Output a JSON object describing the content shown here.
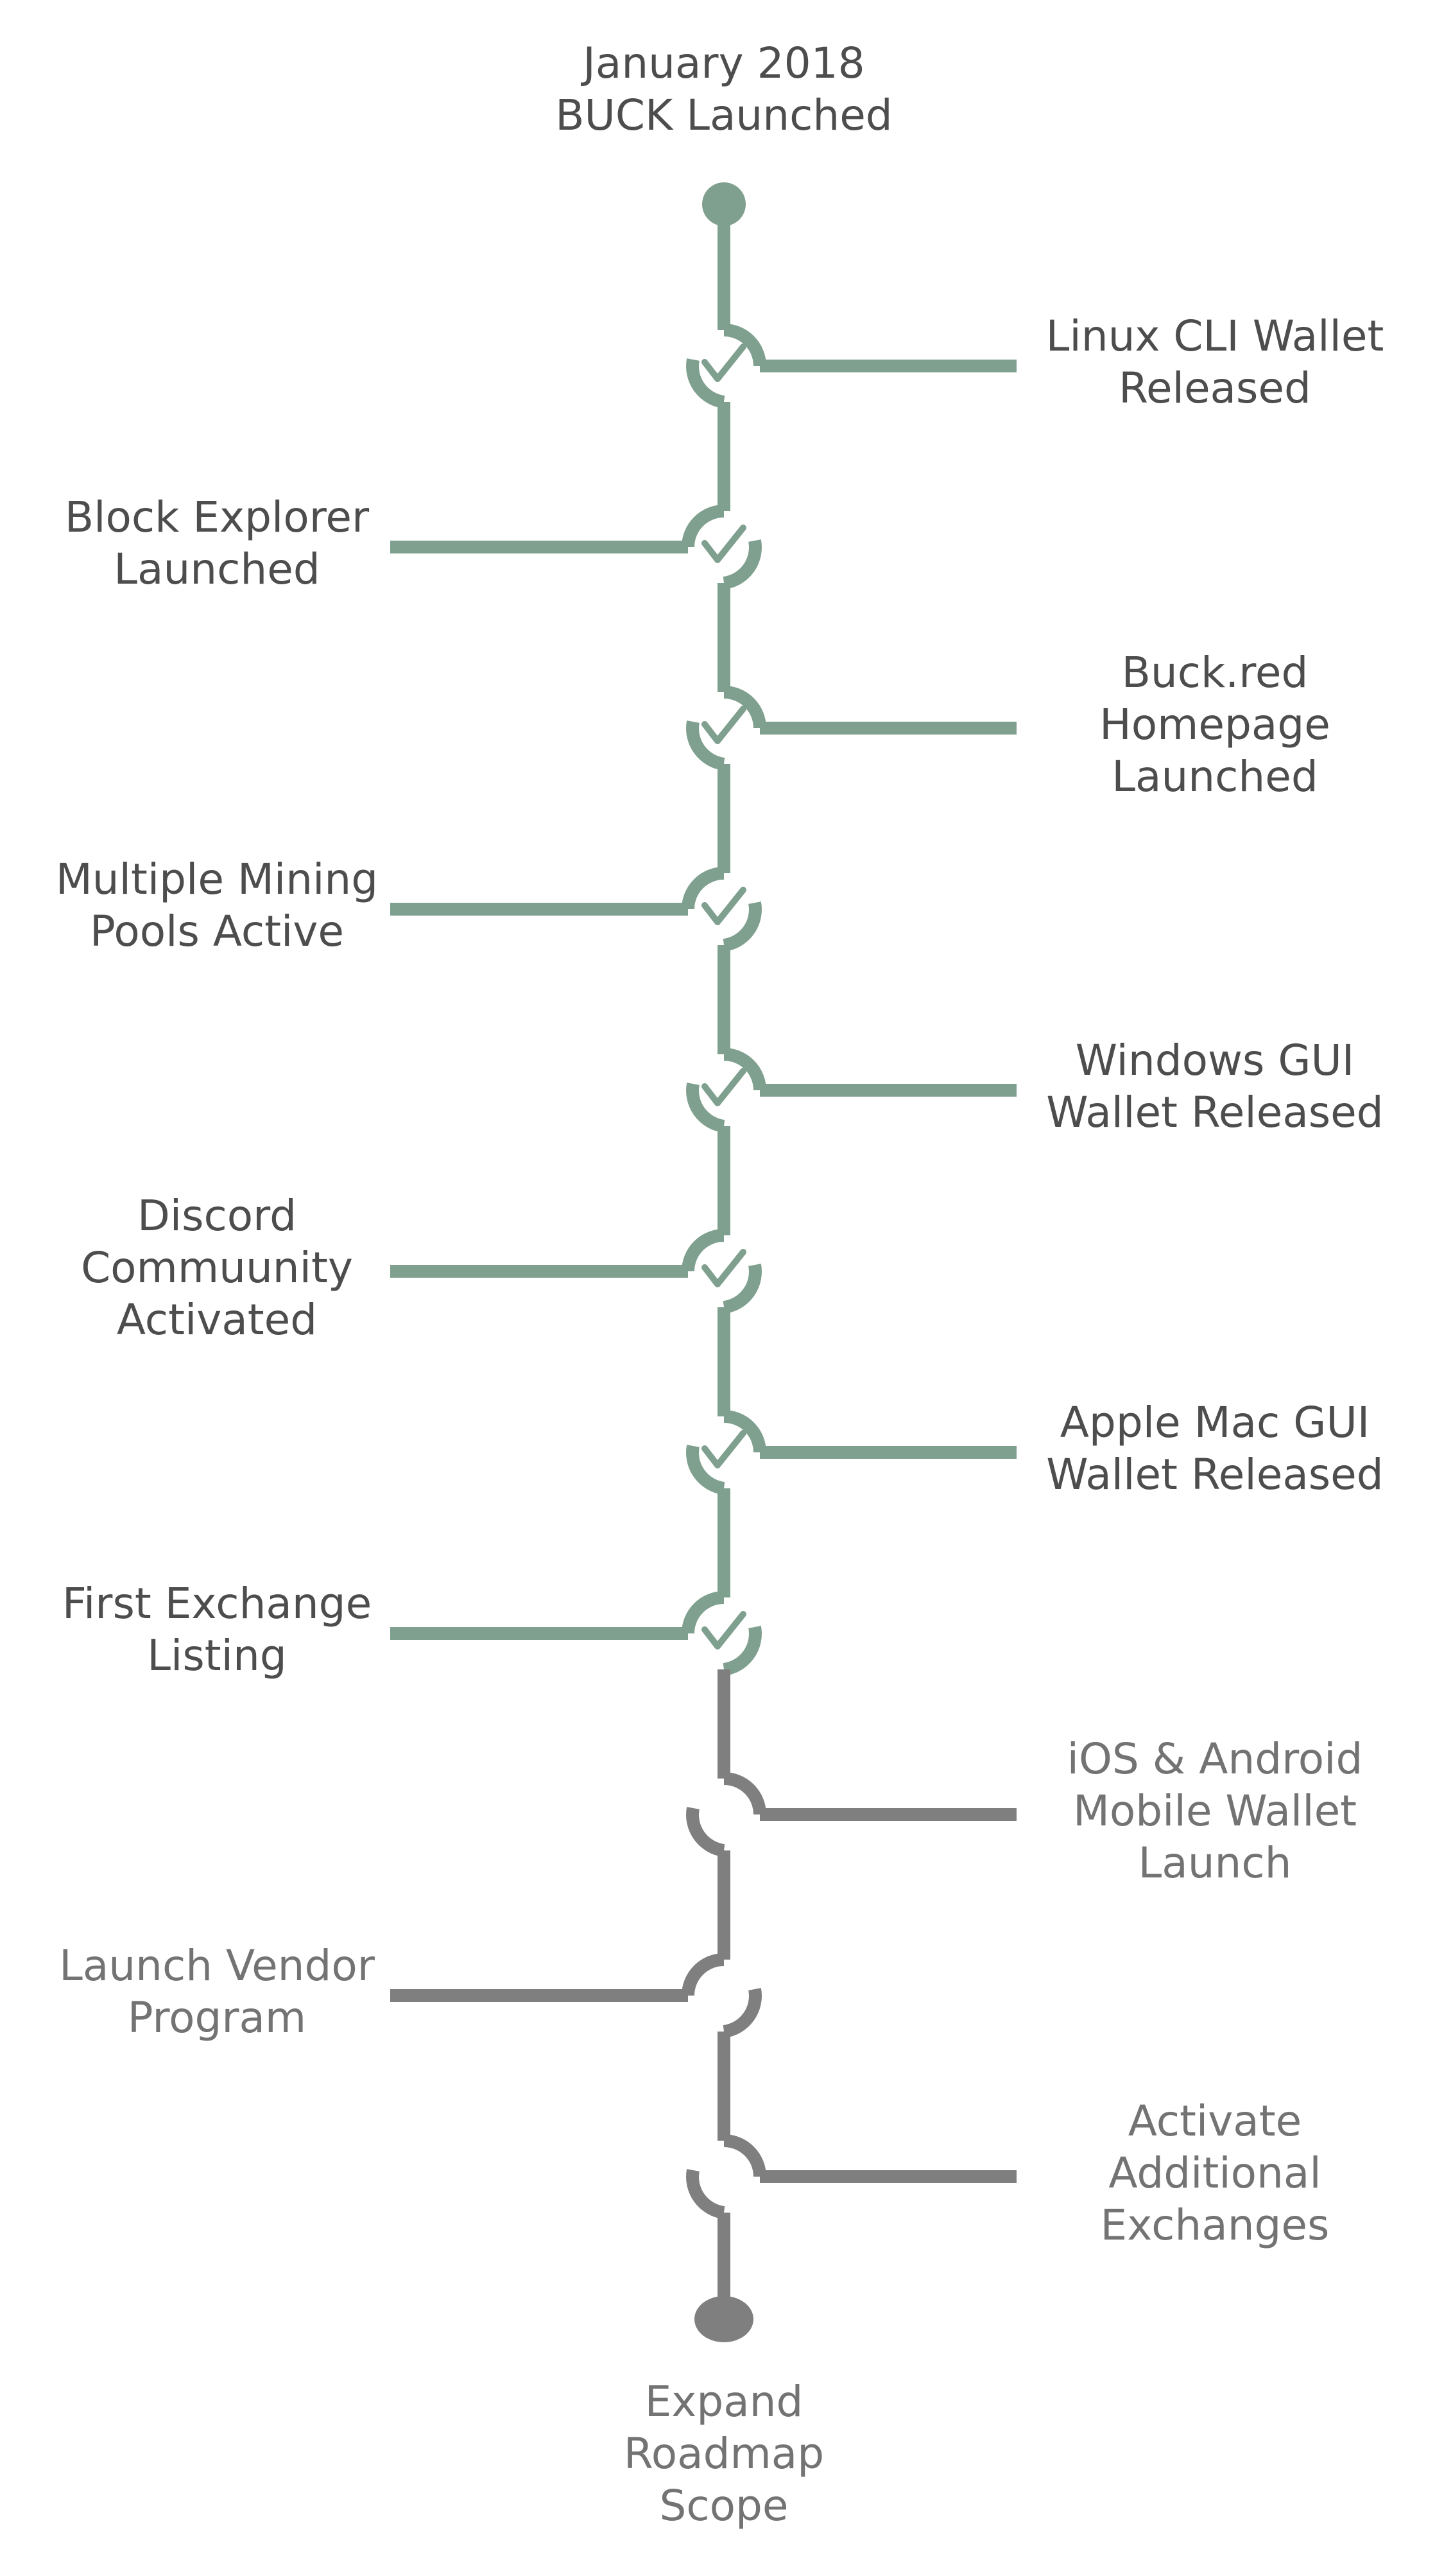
{
  "colors": {
    "done": "#7fa08f",
    "pending": "#7f7f7f",
    "done_text": "#4d4d4d",
    "pending_text": "#737373",
    "background": "#ffffff"
  },
  "start": {
    "label": "January 2018\nBUCK Launched"
  },
  "end": {
    "label": "Expand\nRoadmap\nScope"
  },
  "milestones": [
    {
      "label": "Linux CLI Wallet\nReleased",
      "side": "right",
      "status": "done"
    },
    {
      "label": "Block Explorer\nLaunched",
      "side": "left",
      "status": "done"
    },
    {
      "label": "Buck.red\nHomepage\nLaunched",
      "side": "right",
      "status": "done"
    },
    {
      "label": "Multiple Mining\nPools Active",
      "side": "left",
      "status": "done"
    },
    {
      "label": "Windows GUI\nWallet Released",
      "side": "right",
      "status": "done"
    },
    {
      "label": "Discord\nCommuunity\nActivated",
      "side": "left",
      "status": "done"
    },
    {
      "label": "Apple Mac GUI\nWallet Released",
      "side": "right",
      "status": "done"
    },
    {
      "label": "First Exchange\nListing",
      "side": "left",
      "status": "done"
    },
    {
      "label": "iOS & Android\nMobile Wallet\nLaunch",
      "side": "right",
      "status": "pending"
    },
    {
      "label": "Launch Vendor\nProgram",
      "side": "left",
      "status": "pending"
    },
    {
      "label": "Activate\nAdditional\nExchanges",
      "side": "right",
      "status": "pending"
    }
  ],
  "icons": {
    "done_marker": "check-icon",
    "start_marker": "start-dot-icon",
    "end_marker": "end-dot-icon"
  }
}
